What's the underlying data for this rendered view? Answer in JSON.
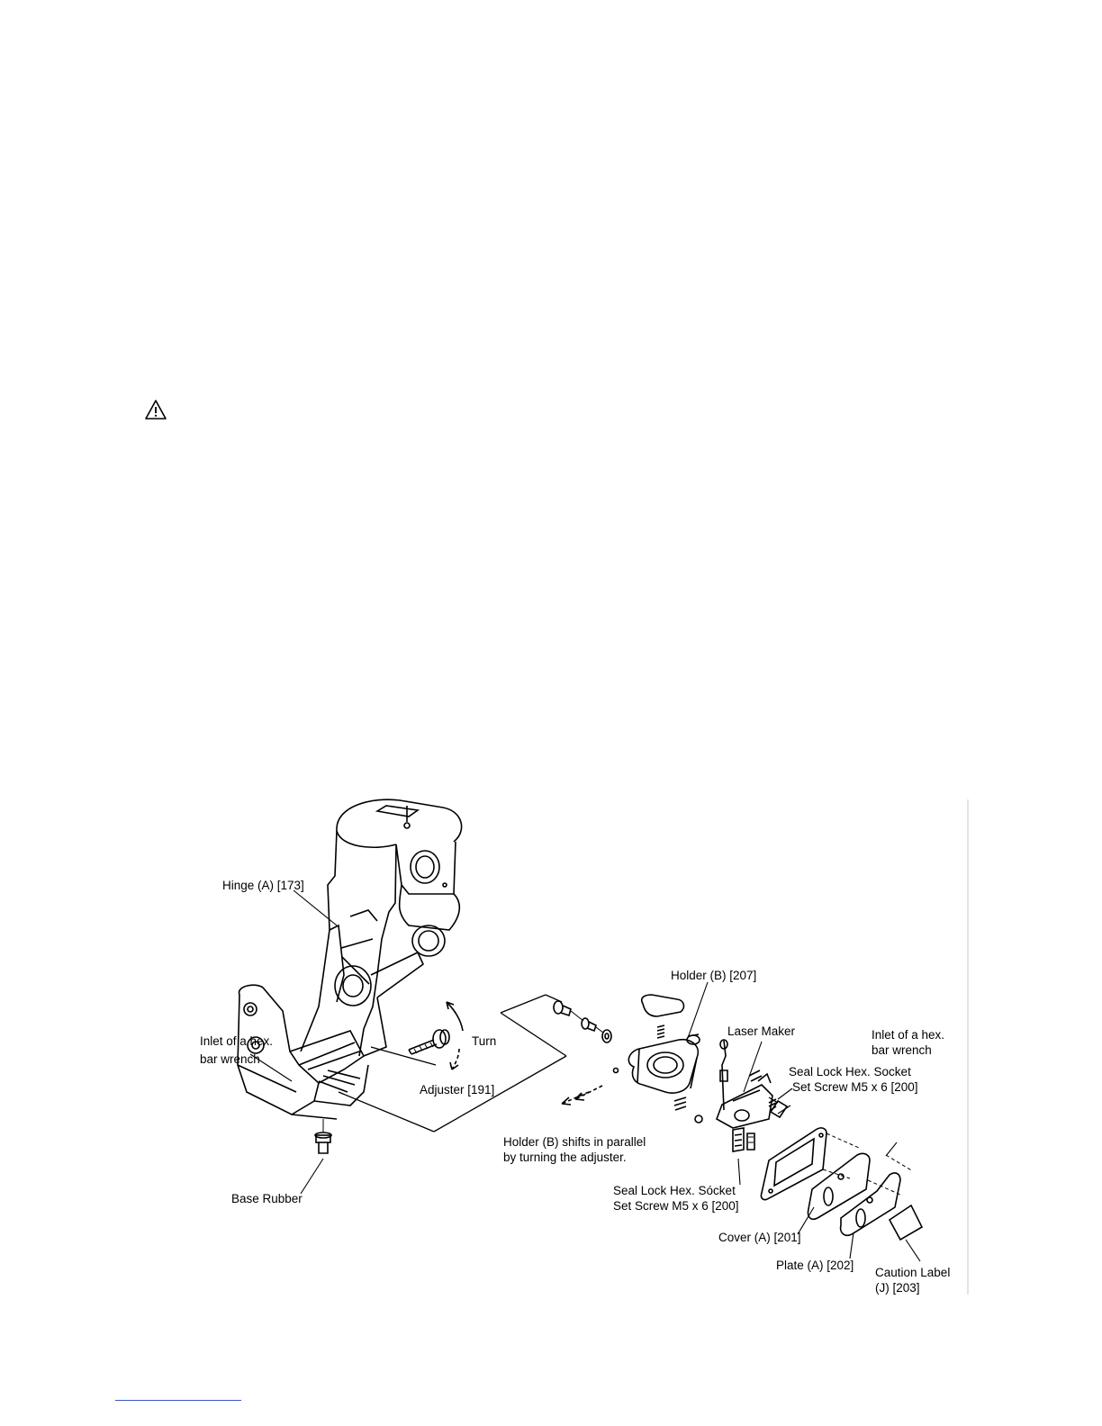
{
  "figure": {
    "labels": {
      "hinge": "Hinge (A)  [173]",
      "holder_b": "Holder (B) [207]",
      "turn": "Turn",
      "adjuster": "Adjuster [191]",
      "laser_maker": "Laser Maker",
      "seal_lock_1_line1": "Seal Lock Hex. Socket",
      "seal_lock_1_line2": "Set Screw M5 x 6 [200]",
      "inlet_left_line1": "Inlet of a hex.",
      "inlet_left_line2": "bar wrench",
      "inlet_right_line1": "Inlet of a hex.",
      "inlet_right_line2": "bar wrench",
      "base_rubber": "Base Rubber",
      "shift_line1": "Holder (B) shifts in parallel",
      "shift_line2": "by turning the adjuster.",
      "seal_lock_2_line1": "Seal Lock Hex. Sócket",
      "seal_lock_2_line2": "Set Screw M5 x 6 [200]",
      "cover_a": "Cover (A) [201]",
      "plate_a": "Plate (A) [202]",
      "caution_line1": "Caution Label",
      "caution_line2": "(J) [203]"
    }
  },
  "icons": {
    "warning": "warning-triangle-icon"
  }
}
